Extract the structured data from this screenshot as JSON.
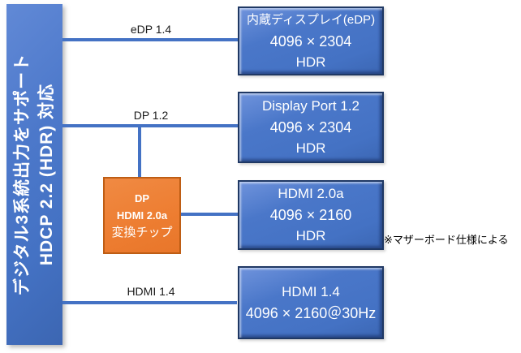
{
  "banner": {
    "line1": "デジタル3系統出力をサポート",
    "line2": "HDCP 2.2 (HDR) 対応"
  },
  "connections": [
    {
      "label": "eDP 1.4"
    },
    {
      "label": "DP 1.2"
    },
    {
      "label": "HDMI 1.4"
    }
  ],
  "outputs": [
    {
      "title": "内蔵ディスプレイ(eDP)",
      "resolution": "4096 × 2304",
      "feature": "HDR"
    },
    {
      "title": "Display Port 1.2",
      "resolution": "4096 × 2304",
      "feature": "HDR"
    },
    {
      "title": "HDMI 2.0a",
      "resolution": "4096 × 2160",
      "feature": "HDR"
    },
    {
      "title": "HDMI 1.4",
      "resolution": "4096 × 2160＠30Hz",
      "feature": ""
    }
  ],
  "converter_chip": {
    "line1": "DP",
    "line2": "HDMI 2.0a",
    "line3": "変換チップ"
  },
  "footnote": "※マザーボード仕様による",
  "colors": {
    "box_fill": "#4472C4",
    "box_border": "#1F3864",
    "connector": "#4472C4",
    "chip_fill": "#ED7D31",
    "chip_border": "#BE5D14",
    "box_text": "#FFFFFF",
    "label_text": "#1A1A1A"
  }
}
